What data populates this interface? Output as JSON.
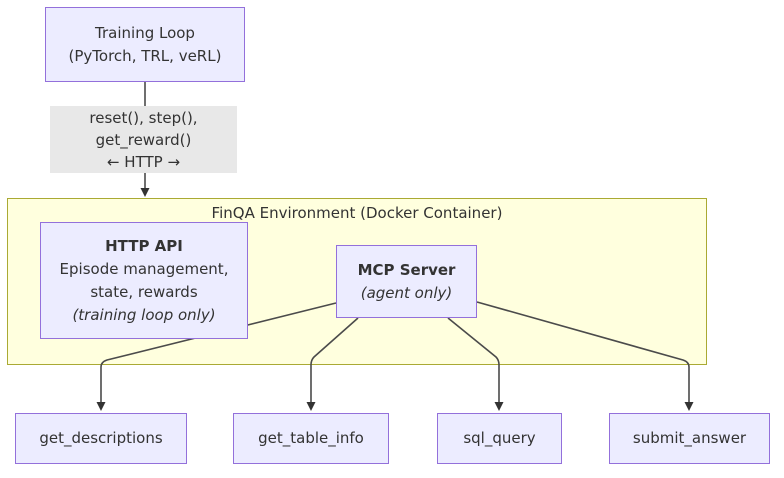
{
  "colors": {
    "node_fill": "#ECECFF",
    "node_border": "#9370DB",
    "container_fill": "#FFFFDE",
    "container_border": "#AAAA33",
    "edge_label_bg": "#E8E8E8",
    "text": "#333333",
    "edge": "#4B4B4B",
    "arrowhead": "#333333"
  },
  "training_loop": {
    "line1": "Training Loop",
    "line2": "(PyTorch, TRL, veRL)"
  },
  "http_edge_label": {
    "line1": "reset(), step(),",
    "line2": "get_reward()",
    "line3": "← HTTP →"
  },
  "environment": {
    "title": "FinQA Environment (Docker Container)"
  },
  "http_api": {
    "title": "HTTP API",
    "desc1": "Episode management,",
    "desc2": "state, rewards",
    "note": "(training loop only)"
  },
  "mcp_server": {
    "title": "MCP Server",
    "note": "(agent only)"
  },
  "tools": [
    {
      "label": "get_descriptions"
    },
    {
      "label": "get_table_info"
    },
    {
      "label": "sql_query"
    },
    {
      "label": "submit_answer"
    }
  ]
}
